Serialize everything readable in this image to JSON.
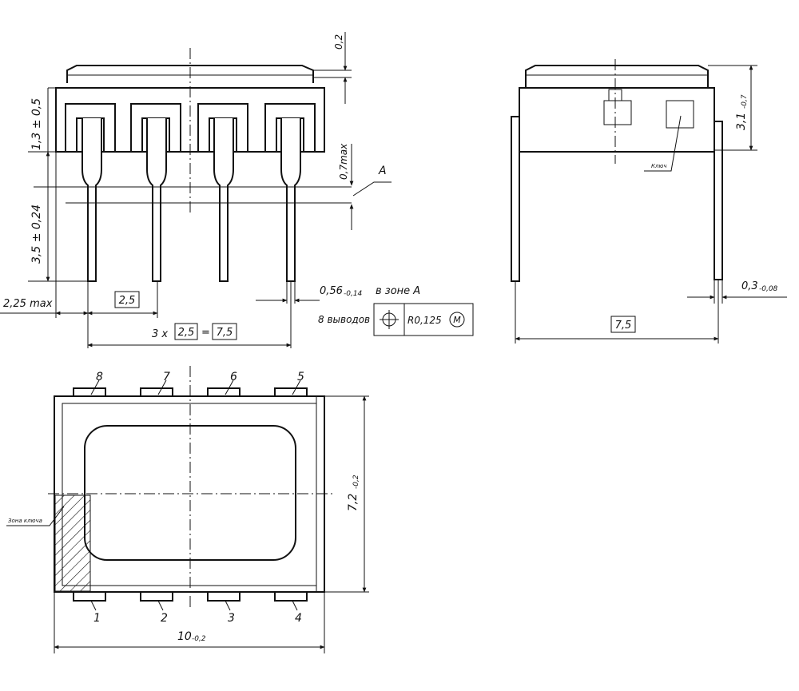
{
  "front_view": {
    "dim_top_gap": "0,2",
    "dim_body_height": "1,3 ± 0,5",
    "dim_pin_length": "3,5 ± 0,24",
    "dim_step_max": "0,7max",
    "zone_letter": "A",
    "dim_edge_max": "2,25 max",
    "dim_pitch": "2,5",
    "dim_span_prefix": "3 x",
    "dim_span_pitch": "2,5",
    "dim_span_equals": "=",
    "dim_span_total": "7,5",
    "dim_pin_width": "0,56",
    "dim_pin_width_tol": "-0,14",
    "zone_note": "в зоне А",
    "tolerance_label": "8 выводов",
    "position_symbol": "⌖",
    "tolerance_value": "R0,125",
    "modifier": "M"
  },
  "side_view": {
    "dim_body_height": "3,1",
    "dim_body_height_tol": "-0,7",
    "key_label": "Ключ",
    "dim_lead_thickness": "0,3",
    "dim_lead_thickness_tol": "-0,08",
    "dim_row_spacing": "7,5"
  },
  "top_view": {
    "pins_top": [
      "8",
      "7",
      "6",
      "5"
    ],
    "pins_bottom": [
      "1",
      "2",
      "3",
      "4"
    ],
    "dim_width": "7,2",
    "dim_width_tol": "-0,2",
    "dim_length": "10",
    "dim_length_tol": "-0,2",
    "key_zone_label": "Зона ключа"
  }
}
